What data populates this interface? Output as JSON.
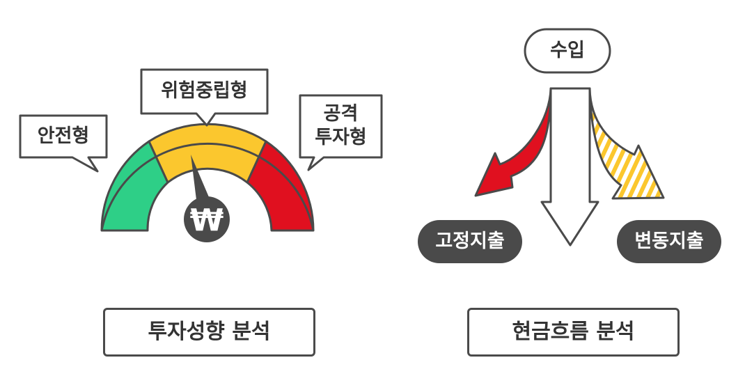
{
  "left_panel": {
    "callouts": {
      "safe": "안전형",
      "neutral": "위험중립형",
      "aggressive_line1": "공격",
      "aggressive_line2": "투자형"
    },
    "gauge": {
      "colors": {
        "safe": "#2ecf87",
        "neutral": "#fbc72e",
        "aggressive": "#e0101f"
      },
      "currency_symbol": "₩",
      "needle_level": "neutral"
    },
    "title": "투자성향 분석"
  },
  "right_panel": {
    "income_label": "수입",
    "fixed_label": "고정지출",
    "variable_label": "변동지출",
    "colors": {
      "fixed_arrow": "#e0101f",
      "variable_arrow": "#fbc72e",
      "pill_bg": "#4a4a4a"
    },
    "title": "현금흐름 분석"
  }
}
